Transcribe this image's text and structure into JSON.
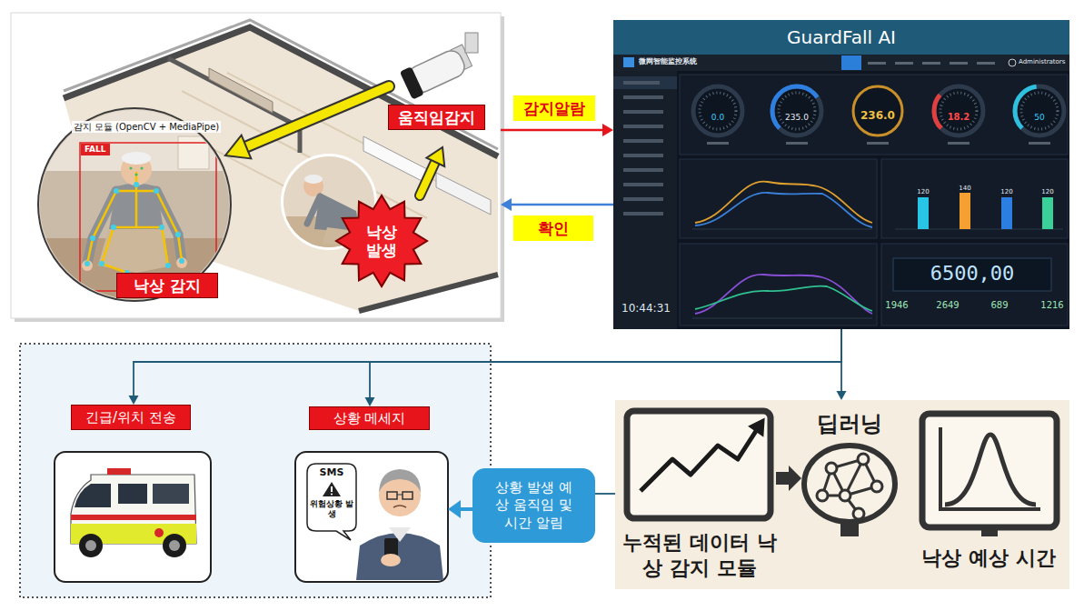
{
  "diagram": {
    "nodes": [
      {
        "text": []
      },
      {
        "text": [
          "움직임감지"
        ],
        "in": 0
      },
      {
        "text": [
          "낙상 발생"
        ],
        "in": 0
      },
      {
        "text": [
          "감지 모듈 (OpenCV + MediaPipe)"
        ],
        "in": 0
      },
      {
        "text": [
          "FALL"
        ],
        "in": 3
      },
      {
        "text": [
          "낙상 감지"
        ],
        "in": 3
      },
      {
        "text": [
          "GuardFall AI"
        ]
      },
      {
        "text": [
          "긴급/위치 전송"
        ]
      },
      {
        "text": [
          "상황 메세지"
        ]
      },
      {
        "text": [
          "SMS",
          "위험상황 발생"
        ],
        "in": 8
      },
      {
        "text": [
          "상황 발생 예상 움직임 및 시간 알림"
        ]
      },
      {
        "text": [
          "딥러닝",
          "누적된 데이터 낙상 감지 모듈",
          "낙상 예상 시간"
        ]
      }
    ],
    "edges": [
      {
        "from": 0,
        "to": 6,
        "label": "감지알람",
        "arrow": "to"
      },
      {
        "from": 6,
        "to": 0,
        "label": "확인",
        "arrow": "to"
      },
      {
        "from": 6,
        "to": 7,
        "arrow": "to"
      },
      {
        "from": 6,
        "to": 8,
        "arrow": "to"
      },
      {
        "from": 6,
        "to": 11,
        "arrow": "to"
      },
      {
        "from": 11,
        "to": 10,
        "arrow": "none"
      },
      {
        "from": 10,
        "to": 8,
        "arrow": "to"
      }
    ],
    "labels": [
      "微网智能监控系统",
      "Administrators",
      "0.0",
      "235.0",
      "236.0",
      "18.2",
      "50",
      "120",
      "140",
      "120",
      "120",
      "6500,00",
      "1946",
      "2649",
      "689",
      "1216",
      "10:44:31"
    ]
  }
}
